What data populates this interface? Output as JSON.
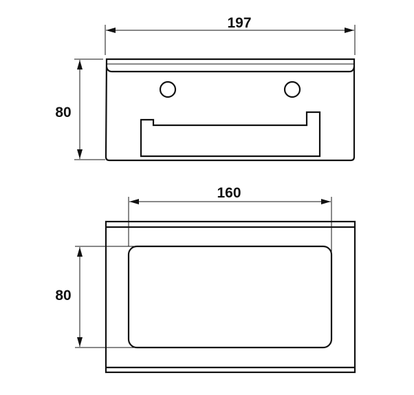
{
  "top_view": {
    "width_dimension": "197",
    "height_dimension": "80"
  },
  "bottom_view": {
    "width_dimension": "160",
    "height_dimension": "80"
  },
  "colors": {
    "line": "#111111",
    "background": "#ffffff"
  }
}
